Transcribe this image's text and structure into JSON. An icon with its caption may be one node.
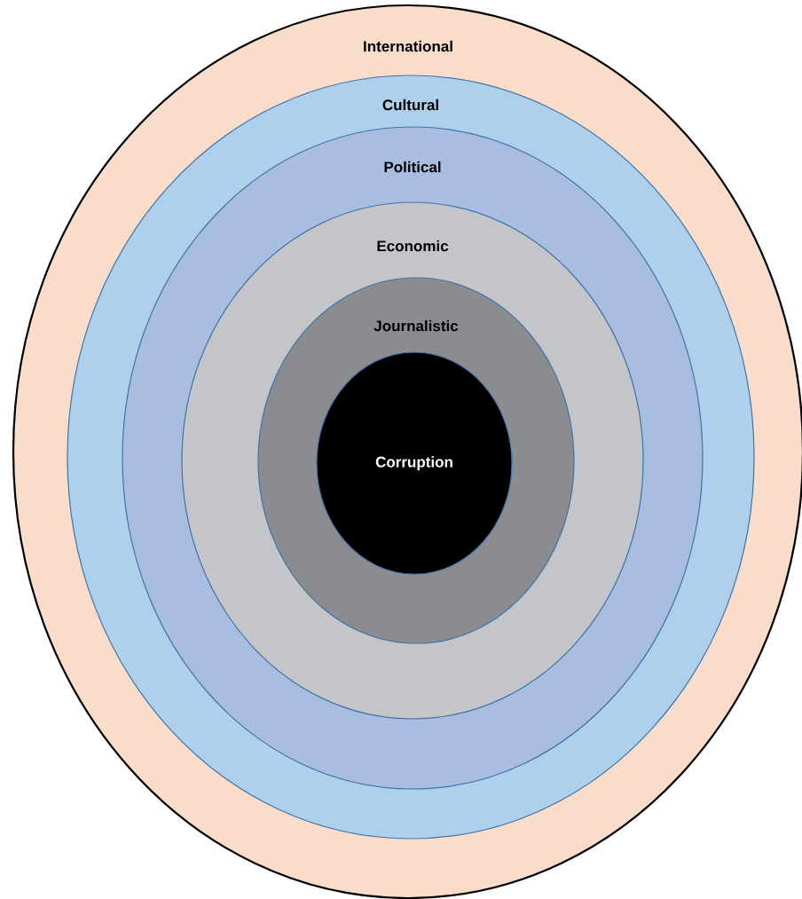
{
  "diagram": {
    "nodes": [
      {
        "text": [
          "International"
        ]
      },
      {
        "text": [
          "Cultural"
        ],
        "in": 0
      },
      {
        "text": [
          "Political"
        ],
        "in": 1
      },
      {
        "text": [
          "Economic"
        ],
        "in": 2
      },
      {
        "text": [
          "Journalistic"
        ],
        "in": 3
      },
      {
        "text": [
          "Corruption"
        ],
        "in": 4
      }
    ]
  }
}
